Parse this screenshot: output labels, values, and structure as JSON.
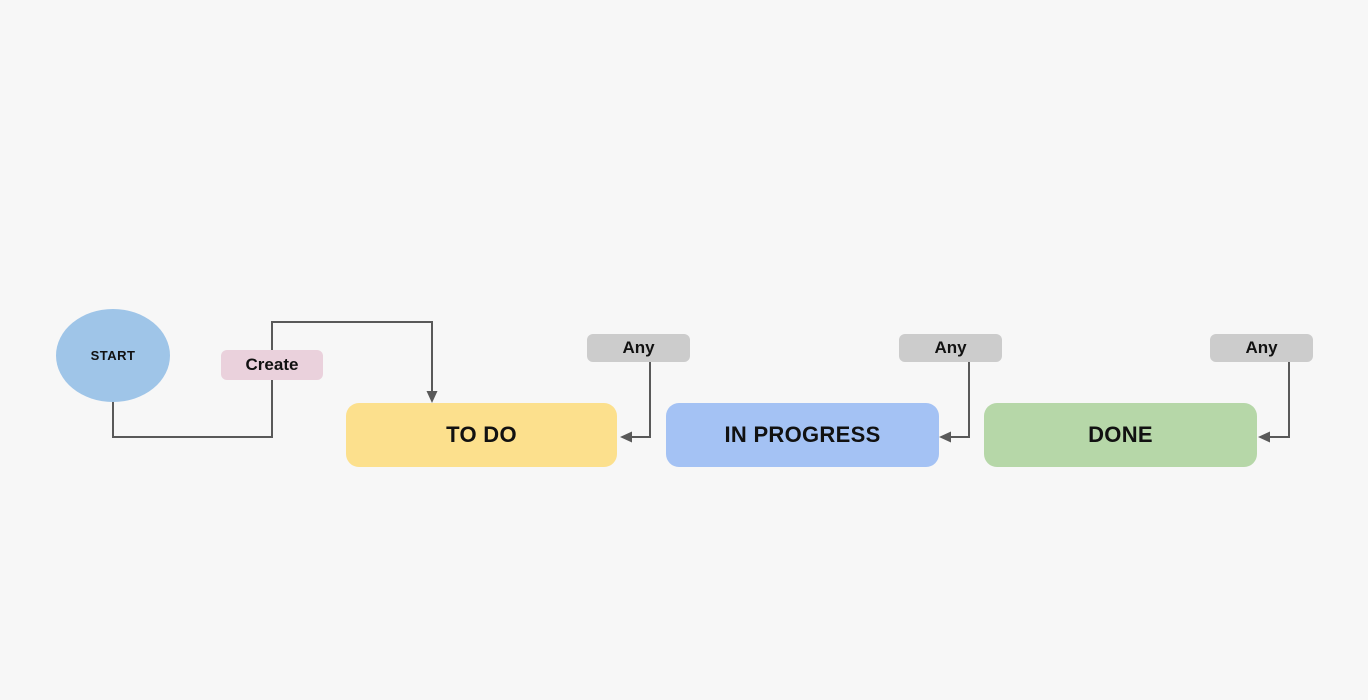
{
  "canvas": {
    "background_color": "#f7f7f7",
    "connector_color": "#595959",
    "text_color": "#111111"
  },
  "workflow": {
    "start": {
      "label": "START",
      "color": "#9fc5e8"
    },
    "statuses": [
      {
        "label": "TO DO",
        "color": "#fce08d"
      },
      {
        "label": "IN PROGRESS",
        "color": "#a4c2f4"
      },
      {
        "label": "DONE",
        "color": "#b6d7a8"
      }
    ],
    "transitions": [
      {
        "label": "Create",
        "color": "#ead1dc",
        "from": "START",
        "to": "TO DO"
      },
      {
        "label": "Any",
        "color": "#cccccc",
        "to": "TO DO"
      },
      {
        "label": "Any",
        "color": "#cccccc",
        "to": "IN PROGRESS"
      },
      {
        "label": "Any",
        "color": "#cccccc",
        "to": "DONE"
      }
    ]
  }
}
